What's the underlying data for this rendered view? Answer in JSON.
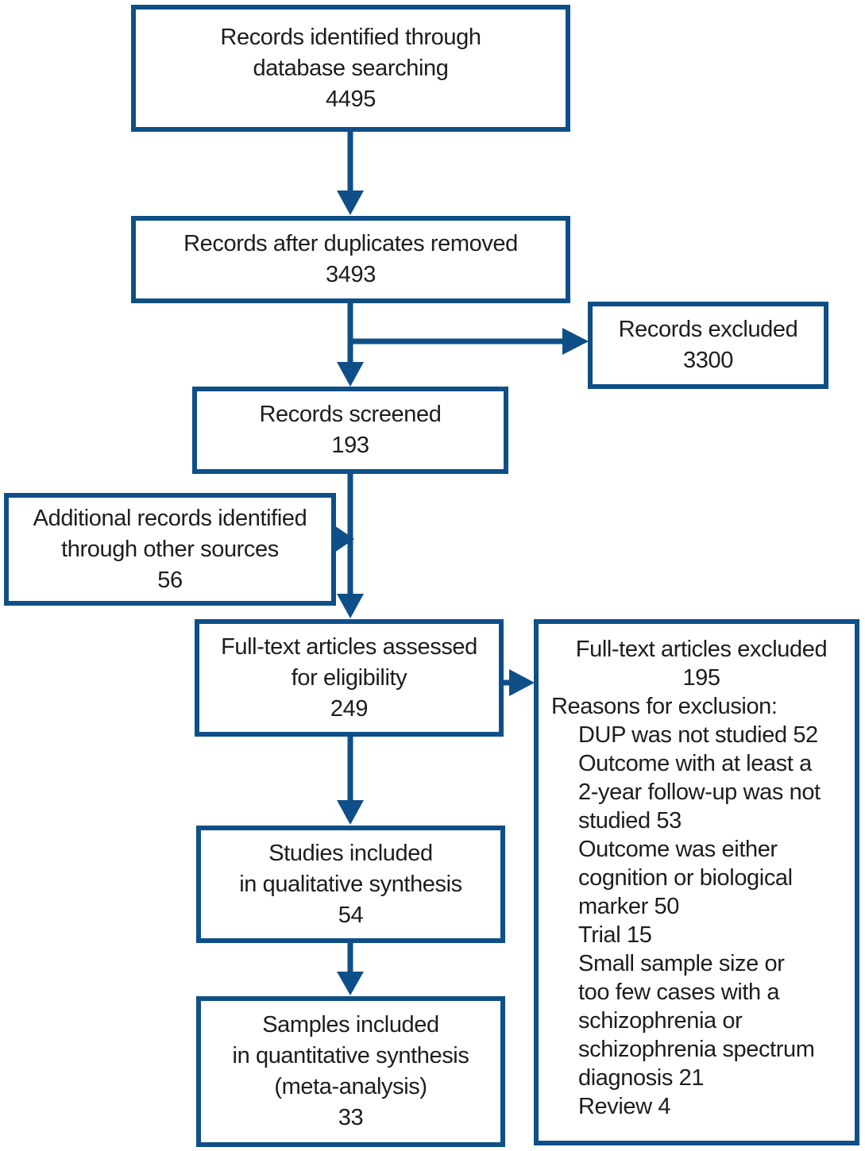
{
  "colors": {
    "accent": "#0e4f87",
    "text": "#1d1d1d",
    "background": "#ffffff"
  },
  "boxes": {
    "identified": {
      "lines": [
        "Records identified through",
        "database searching",
        "4495"
      ]
    },
    "deduplicated": {
      "lines": [
        "Records after duplicates removed",
        "3493"
      ]
    },
    "records_excluded": {
      "lines": [
        "Records excluded",
        "3300"
      ]
    },
    "screened": {
      "lines": [
        "Records screened",
        "193"
      ]
    },
    "additional": {
      "lines": [
        "Additional records identified",
        "through other sources",
        "56"
      ]
    },
    "fulltext_assessed": {
      "lines": [
        "Full-text articles assessed",
        "for eligibility",
        "249"
      ]
    },
    "fulltext_excluded": {
      "title": "Full-text articles excluded",
      "count": "195",
      "reasons_label": "Reasons for exclusion:",
      "reasons": [
        [
          "DUP was not studied 52"
        ],
        [
          "Outcome with at least a",
          "2-year follow-up was not",
          "studied 53"
        ],
        [
          "Outcome was either",
          "cognition or biological",
          "marker 50"
        ],
        [
          "Trial 15"
        ],
        [
          "Small sample size or",
          "too few cases with a",
          "schizophrenia or",
          "schizophrenia spectrum",
          "diagnosis 21"
        ],
        [
          "Review 4"
        ]
      ]
    },
    "qualitative": {
      "lines": [
        "Studies included",
        "in qualitative synthesis",
        "54"
      ]
    },
    "quantitative": {
      "lines": [
        "Samples included",
        "in quantitative synthesis",
        "(meta-analysis)",
        "33"
      ]
    }
  }
}
